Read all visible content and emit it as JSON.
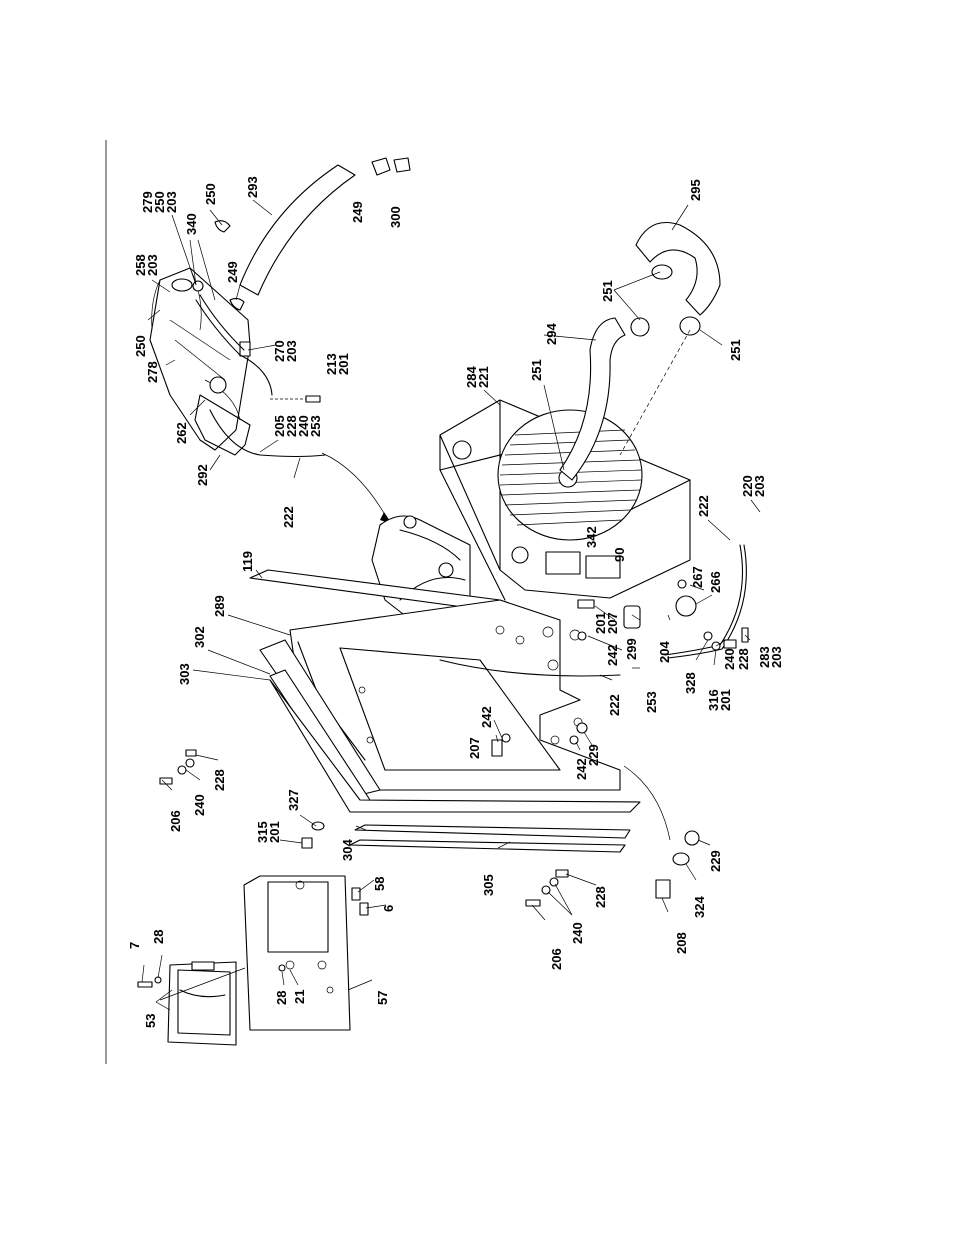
{
  "diagram": {
    "callouts": [
      {
        "id": "c-293",
        "text": "293"
      },
      {
        "id": "c-249a",
        "text": "249"
      },
      {
        "id": "c-300",
        "text": "300"
      },
      {
        "id": "c-279",
        "text": "279"
      },
      {
        "id": "c-250a",
        "text": "250"
      },
      {
        "id": "c-203a",
        "text": "203"
      },
      {
        "id": "c-250b",
        "text": "250"
      },
      {
        "id": "c-340",
        "text": "340"
      },
      {
        "id": "c-258",
        "text": "258"
      },
      {
        "id": "c-203b",
        "text": "203"
      },
      {
        "id": "c-249b",
        "text": "249"
      },
      {
        "id": "c-250c",
        "text": "250"
      },
      {
        "id": "c-278",
        "text": "278"
      },
      {
        "id": "c-270",
        "text": "270"
      },
      {
        "id": "c-203c",
        "text": "203"
      },
      {
        "id": "c-213",
        "text": "213"
      },
      {
        "id": "c-201a",
        "text": "201"
      },
      {
        "id": "c-262",
        "text": "262"
      },
      {
        "id": "c-205",
        "text": "205"
      },
      {
        "id": "c-228a",
        "text": "228"
      },
      {
        "id": "c-240a",
        "text": "240"
      },
      {
        "id": "c-253a",
        "text": "253"
      },
      {
        "id": "c-292",
        "text": "292"
      },
      {
        "id": "c-222a",
        "text": "222"
      },
      {
        "id": "c-295",
        "text": "295"
      },
      {
        "id": "c-251a",
        "text": "251"
      },
      {
        "id": "c-294",
        "text": "294"
      },
      {
        "id": "c-251b",
        "text": "251"
      },
      {
        "id": "c-284",
        "text": "284"
      },
      {
        "id": "c-221",
        "text": "221"
      },
      {
        "id": "c-251c",
        "text": "251"
      },
      {
        "id": "c-342",
        "text": "342"
      },
      {
        "id": "c-90",
        "text": "90"
      },
      {
        "id": "c-119",
        "text": "119"
      },
      {
        "id": "c-289",
        "text": "289"
      },
      {
        "id": "c-302",
        "text": "302"
      },
      {
        "id": "c-303",
        "text": "303"
      },
      {
        "id": "c-222b",
        "text": "222"
      },
      {
        "id": "c-220",
        "text": "220"
      },
      {
        "id": "c-203d",
        "text": "203"
      },
      {
        "id": "c-267",
        "text": "267"
      },
      {
        "id": "c-266",
        "text": "266"
      },
      {
        "id": "c-201b",
        "text": "201"
      },
      {
        "id": "c-207a",
        "text": "207"
      },
      {
        "id": "c-242a",
        "text": "242"
      },
      {
        "id": "c-299",
        "text": "299"
      },
      {
        "id": "c-204",
        "text": "204"
      },
      {
        "id": "c-240b",
        "text": "240"
      },
      {
        "id": "c-228b",
        "text": "228"
      },
      {
        "id": "c-283",
        "text": "283"
      },
      {
        "id": "c-203e",
        "text": "203"
      },
      {
        "id": "c-328",
        "text": "328"
      },
      {
        "id": "c-316",
        "text": "316"
      },
      {
        "id": "c-201c",
        "text": "201"
      },
      {
        "id": "c-222c",
        "text": "222"
      },
      {
        "id": "c-253b",
        "text": "253"
      },
      {
        "id": "c-242b",
        "text": "242"
      },
      {
        "id": "c-207b",
        "text": "207"
      },
      {
        "id": "c-242c",
        "text": "242"
      },
      {
        "id": "c-229a",
        "text": "229"
      },
      {
        "id": "c-206a",
        "text": "206"
      },
      {
        "id": "c-240c",
        "text": "240"
      },
      {
        "id": "c-228c",
        "text": "228"
      },
      {
        "id": "c-315",
        "text": "315"
      },
      {
        "id": "c-201d",
        "text": "201"
      },
      {
        "id": "c-327",
        "text": "327"
      },
      {
        "id": "c-304",
        "text": "304"
      },
      {
        "id": "c-305",
        "text": "305"
      },
      {
        "id": "c-206b",
        "text": "206"
      },
      {
        "id": "c-240d",
        "text": "240"
      },
      {
        "id": "c-228d",
        "text": "228"
      },
      {
        "id": "c-208",
        "text": "208"
      },
      {
        "id": "c-324",
        "text": "324"
      },
      {
        "id": "c-229b",
        "text": "229"
      },
      {
        "id": "c-7",
        "text": "7"
      },
      {
        "id": "c-28a",
        "text": "28"
      },
      {
        "id": "c-53",
        "text": "53"
      },
      {
        "id": "c-58",
        "text": "58"
      },
      {
        "id": "c-6",
        "text": "6"
      },
      {
        "id": "c-28b",
        "text": "28"
      },
      {
        "id": "c-21",
        "text": "21"
      },
      {
        "id": "c-57",
        "text": "57"
      }
    ]
  }
}
